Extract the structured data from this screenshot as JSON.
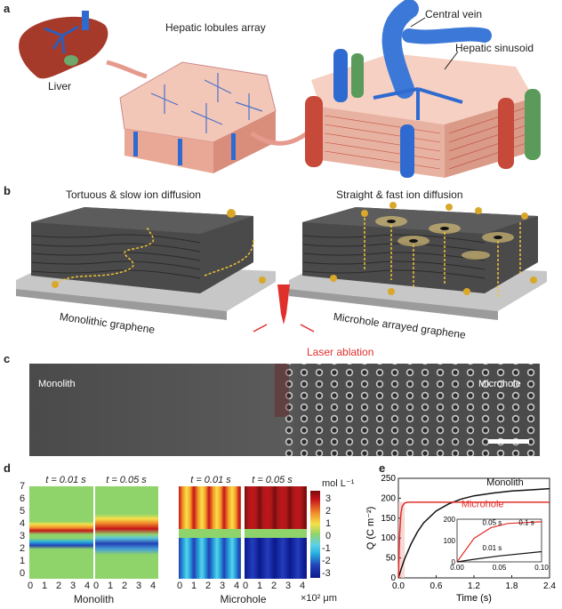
{
  "panel_a": {
    "label": "a",
    "liver": "Liver",
    "array": "Hepatic lobules array",
    "central_vein": "Central vein",
    "sinusoid": "Hepatic sinusoid"
  },
  "panel_b": {
    "label": "b",
    "left_title": "Tortuous & slow ion diffusion",
    "right_title": "Straight & fast ion diffusion",
    "left_base": "Monolithic graphene",
    "right_base": "Microhole arrayed graphene",
    "laser": "Laser ablation"
  },
  "panel_c": {
    "label": "c",
    "left": "Monolith",
    "right": "Microhole"
  },
  "panel_d": {
    "label": "d",
    "t1": "t = 0.01 s",
    "t2": "t = 0.05 s",
    "t3": "t = 0.01 s",
    "t4": "t = 0.05 s",
    "y_ticks": [
      "7",
      "6",
      "5",
      "4",
      "3",
      "2",
      "1",
      "0"
    ],
    "x_ticks": [
      "0",
      "1",
      "2",
      "3",
      "4"
    ],
    "left_xlabel": "Monolith",
    "right_xlabel": "Microhole",
    "unit_x": "×10² μm",
    "cbar_title": "mol L⁻¹",
    "cbar_ticks": [
      "3",
      "2",
      "1",
      "0",
      "-1",
      "-2",
      "-3"
    ],
    "colors": {
      "high": "#7a0b0b",
      "mid": "#8fd36b",
      "low": "#0b1a8a"
    }
  },
  "chart_data": {
    "type": "line",
    "title": "",
    "xlabel": "Time (s)",
    "ylabel": "Q (C m⁻²)",
    "xlim": [
      0,
      2.4
    ],
    "ylim": [
      0,
      250
    ],
    "x_ticks": [
      "0.0",
      "0.6",
      "1.2",
      "1.8",
      "2.4"
    ],
    "y_ticks": [
      "0",
      "50",
      "100",
      "150",
      "200",
      "250"
    ],
    "series": [
      {
        "name": "Monolith",
        "color": "#111111",
        "x": [
          0,
          0.05,
          0.1,
          0.2,
          0.3,
          0.4,
          0.6,
          0.8,
          1.0,
          1.2,
          1.5,
          1.8,
          2.1,
          2.4
        ],
        "y": [
          0,
          25,
          48,
          85,
          115,
          138,
          168,
          186,
          198,
          206,
          213,
          218,
          221,
          224
        ]
      },
      {
        "name": "Microhole",
        "color": "#e0302c",
        "x": [
          0,
          0.02,
          0.04,
          0.06,
          0.1,
          0.15,
          0.2,
          0.6,
          1.2,
          1.8,
          2.4
        ],
        "y": [
          0,
          110,
          160,
          180,
          188,
          190,
          190,
          190,
          190,
          190,
          190
        ]
      }
    ],
    "inset": {
      "xlim": [
        0,
        0.1
      ],
      "ylim": [
        0,
        200
      ],
      "x_ticks": [
        "0.00",
        "0.05",
        "0.10"
      ],
      "y_ticks": [
        "0",
        "100",
        "200"
      ],
      "annotations": [
        "0.05 s",
        "0.1 s",
        "0.01 s"
      ]
    },
    "panel_label": "e"
  }
}
